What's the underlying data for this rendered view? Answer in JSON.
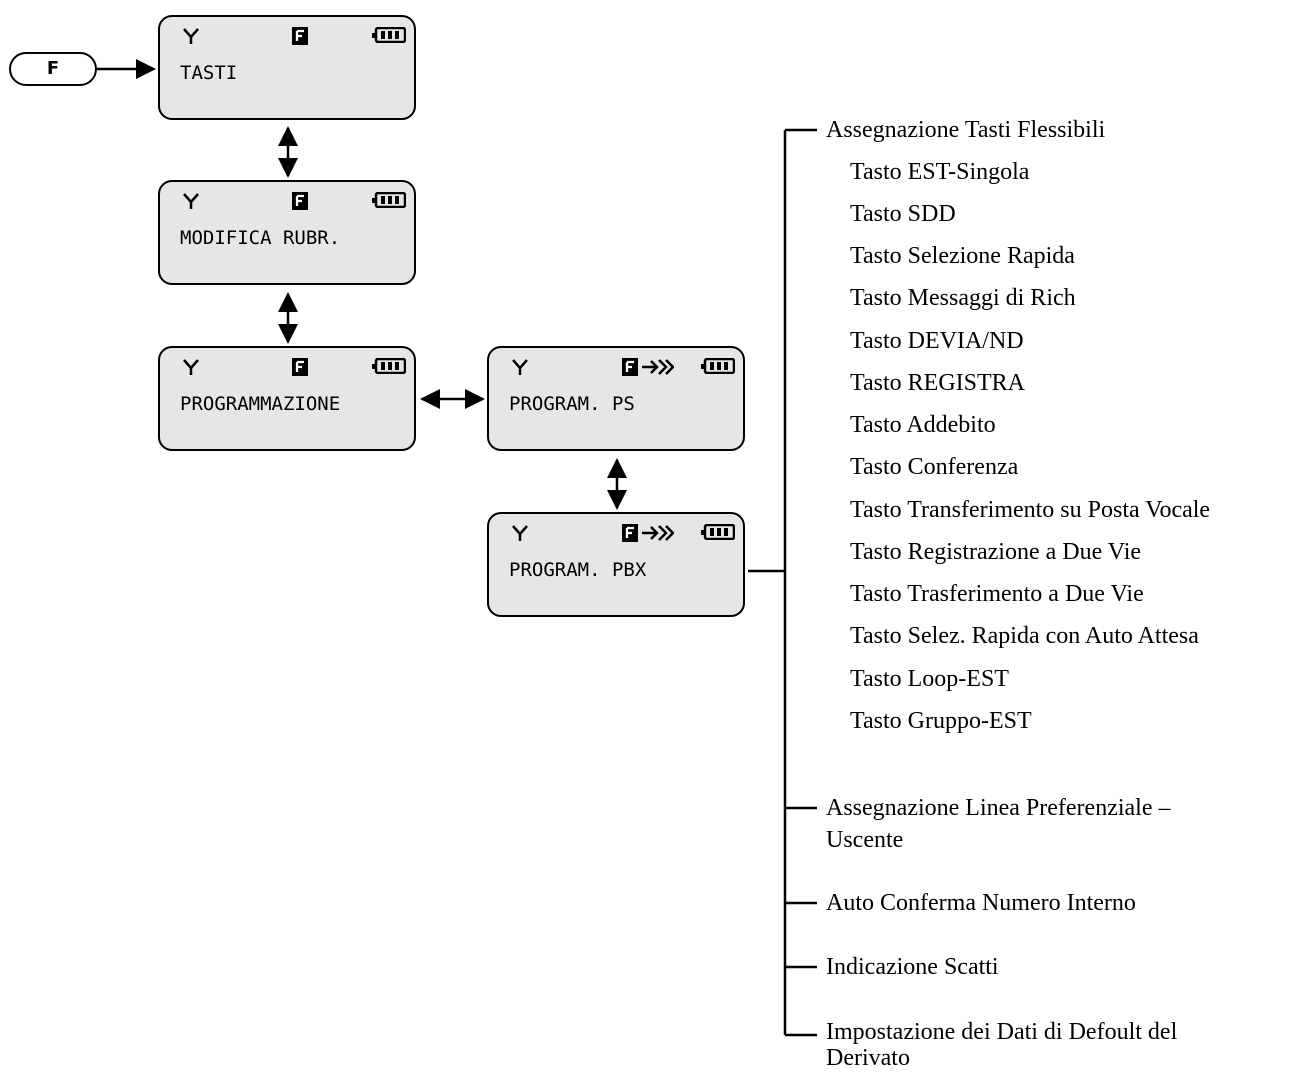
{
  "f_key": {
    "label": "F"
  },
  "screens": [
    {
      "id": "tasti",
      "text": "TASTI",
      "arrow_icon": false
    },
    {
      "id": "modifica",
      "text": "MODIFICA RUBR.",
      "arrow_icon": false
    },
    {
      "id": "programmazione",
      "text": "PROGRAMMAZIONE",
      "arrow_icon": false
    },
    {
      "id": "program-ps",
      "text": "PROGRAM. PS",
      "arrow_icon": true
    },
    {
      "id": "program-pbx",
      "text": "PROGRAM. PBX",
      "arrow_icon": true
    }
  ],
  "status_icons": {
    "antenna": "antenna-icon",
    "function": "f-mode-icon",
    "battery": "battery-icon",
    "enter": "enter-arrow-icon"
  },
  "pbx_menu": {
    "flex_keys": {
      "heading": "Assegnazione Tasti Flessibili",
      "items": [
        "Tasto EST-Singola",
        "Tasto SDD",
        "Tasto Selezione Rapida",
        "Tasto Messaggi di Rich",
        "Tasto DEVIA/ND",
        "Tasto REGISTRA",
        "Tasto Addebito",
        "Tasto Conferenza",
        "Tasto Transferimento su Posta Vocale",
        "Tasto Registrazione a Due Vie",
        "Tasto Trasferimento a Due Vie",
        "Tasto Selez. Rapida con Auto Attesa",
        "Tasto Loop-EST",
        "Tasto Gruppo-EST"
      ]
    },
    "line_pref": {
      "line1": "Assegnazione Linea Preferenziale –",
      "line2": "Uscente"
    },
    "auto_confirm": "Auto Conferma Numero Interno",
    "charge_indication": "Indicazione Scatti",
    "defaults": {
      "line1": "Impostazione dei Dati di Defoult del",
      "line2": "Derivato"
    }
  }
}
